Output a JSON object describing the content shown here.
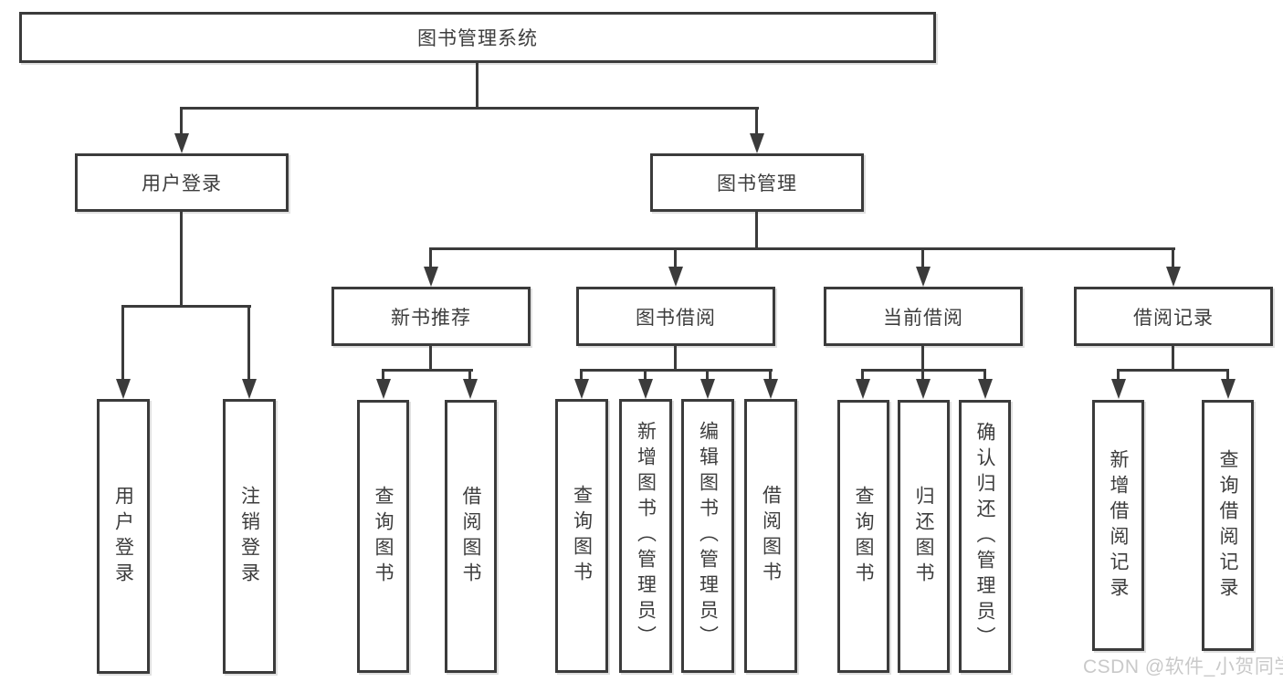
{
  "nodes": {
    "root": "图书管理系统",
    "user_login": "用户登录",
    "book_management": "图书管理",
    "new_book_recommend": "新书推荐",
    "book_borrowing": "图书借阅",
    "current_borrowing": "当前借阅",
    "borrowing_records": "借阅记录",
    "user_login_leaf": "用户登录",
    "logout_leaf": "注销登录",
    "query_books_recommend": "查询图书",
    "borrow_books_recommend": "借阅图书",
    "query_books_borrowing": "查询图书",
    "add_books_admin": "新增图书（管理员）",
    "edit_books_admin": "编辑图书（管理员）",
    "borrow_books_borrowing": "借阅图书",
    "query_books_current": "查询图书",
    "return_books": "归还图书",
    "confirm_return_admin": "确认归还（管理员）",
    "add_borrow_record": "新增借阅记录",
    "query_borrow_record": "查询借阅记录"
  },
  "colors": {
    "line": "#3b3b3b",
    "text": "#3d3d3d",
    "watermark": "#c9c9c9",
    "background": "#ffffff"
  },
  "watermark": "CSDN @软件_小贺同学"
}
